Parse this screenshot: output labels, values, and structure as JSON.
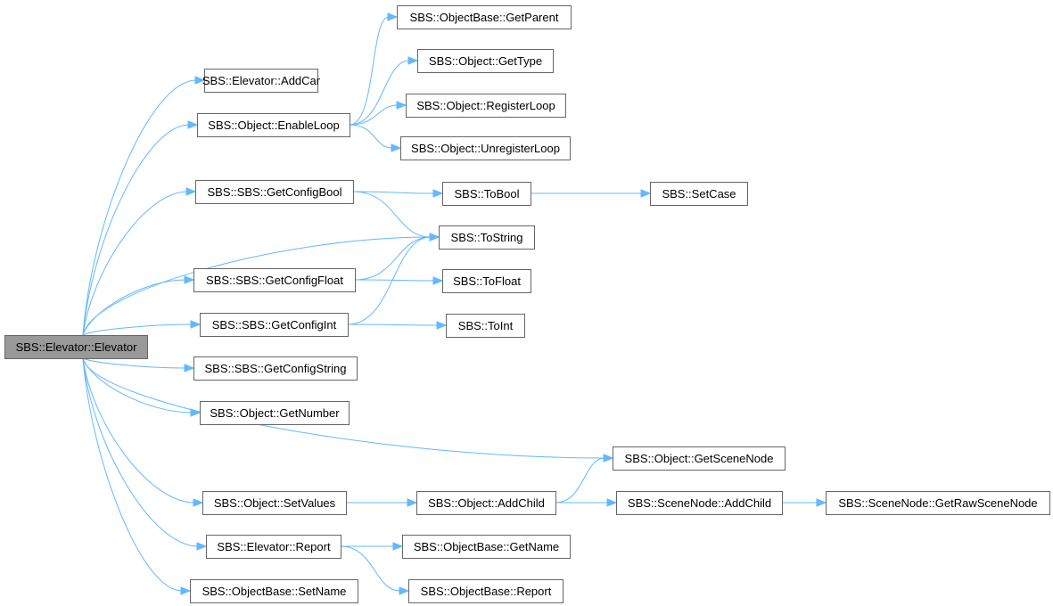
{
  "colors": {
    "edge": "#63b8ff",
    "root_fill": "#999999",
    "node_fill": "#ffffff",
    "border": "#666666"
  },
  "nodes": [
    {
      "id": "root",
      "label": "SBS::Elevator::Elevator",
      "root": true
    },
    {
      "id": "addcar",
      "label": "SBS::Elevator::AddCar"
    },
    {
      "id": "enableloop",
      "label": "SBS::Object::EnableLoop"
    },
    {
      "id": "getconfigbool",
      "label": "SBS::SBS::GetConfigBool"
    },
    {
      "id": "getconfigfloat",
      "label": "SBS::SBS::GetConfigFloat"
    },
    {
      "id": "getconfigint",
      "label": "SBS::SBS::GetConfigInt"
    },
    {
      "id": "getconfigstring",
      "label": "SBS::SBS::GetConfigString"
    },
    {
      "id": "getnumber",
      "label": "SBS::Object::GetNumber"
    },
    {
      "id": "setvalues",
      "label": "SBS::Object::SetValues"
    },
    {
      "id": "report",
      "label": "SBS::Elevator::Report"
    },
    {
      "id": "setname",
      "label": "SBS::ObjectBase::SetName"
    },
    {
      "id": "getparent",
      "label": "SBS::ObjectBase::GetParent"
    },
    {
      "id": "gettype",
      "label": "SBS::Object::GetType"
    },
    {
      "id": "registerloop",
      "label": "SBS::Object::RegisterLoop"
    },
    {
      "id": "unregisterloop",
      "label": "SBS::Object::UnregisterLoop"
    },
    {
      "id": "tobool",
      "label": "SBS::ToBool"
    },
    {
      "id": "setcase",
      "label": "SBS::SetCase"
    },
    {
      "id": "tostring",
      "label": "SBS::ToString"
    },
    {
      "id": "tofloat",
      "label": "SBS::ToFloat"
    },
    {
      "id": "toint",
      "label": "SBS::ToInt"
    },
    {
      "id": "getscenenode",
      "label": "SBS::Object::GetSceneNode"
    },
    {
      "id": "addchild",
      "label": "SBS::Object::AddChild"
    },
    {
      "id": "scenenodeaddchild",
      "label": "SBS::SceneNode::AddChild"
    },
    {
      "id": "getrawscenenode",
      "label": "SBS::SceneNode::GetRawSceneNode"
    },
    {
      "id": "getname",
      "label": "SBS::ObjectBase::GetName"
    },
    {
      "id": "objectbasereport",
      "label": "SBS::ObjectBase::Report"
    }
  ],
  "edges": [
    [
      "root",
      "addcar"
    ],
    [
      "root",
      "enableloop"
    ],
    [
      "root",
      "getconfigbool"
    ],
    [
      "root",
      "tostring"
    ],
    [
      "root",
      "getconfigfloat"
    ],
    [
      "root",
      "getconfigint"
    ],
    [
      "root",
      "getconfigstring"
    ],
    [
      "root",
      "getnumber"
    ],
    [
      "root",
      "getscenenode"
    ],
    [
      "root",
      "setvalues"
    ],
    [
      "root",
      "report"
    ],
    [
      "root",
      "setname"
    ],
    [
      "enableloop",
      "getparent"
    ],
    [
      "enableloop",
      "gettype"
    ],
    [
      "enableloop",
      "registerloop"
    ],
    [
      "enableloop",
      "unregisterloop"
    ],
    [
      "getconfigbool",
      "tobool"
    ],
    [
      "getconfigbool",
      "tostring"
    ],
    [
      "tobool",
      "setcase"
    ],
    [
      "getconfigfloat",
      "tostring"
    ],
    [
      "getconfigfloat",
      "tofloat"
    ],
    [
      "getconfigint",
      "tostring"
    ],
    [
      "getconfigint",
      "toint"
    ],
    [
      "setvalues",
      "addchild"
    ],
    [
      "addchild",
      "getscenenode"
    ],
    [
      "addchild",
      "scenenodeaddchild"
    ],
    [
      "scenenodeaddchild",
      "getrawscenenode"
    ],
    [
      "report",
      "getname"
    ],
    [
      "report",
      "objectbasereport"
    ]
  ]
}
